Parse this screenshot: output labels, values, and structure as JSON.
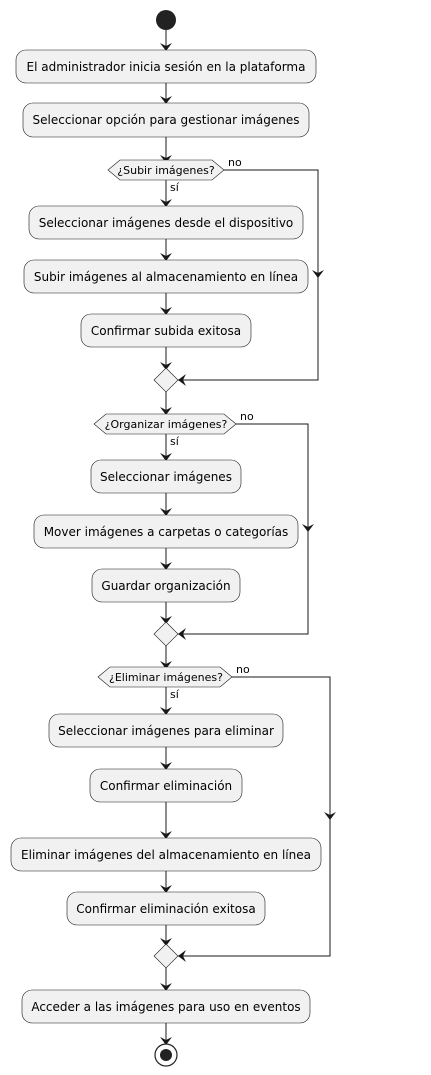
{
  "colors": {
    "node_fill": "#f1f1f1",
    "stroke": "#181818",
    "text": "#000000"
  },
  "activities": [
    "El administrador inicia sesión en la plataforma",
    "Seleccionar opción para gestionar imágenes",
    "Seleccionar imágenes desde el dispositivo",
    "Subir imágenes al almacenamiento en línea",
    "Confirmar subida exitosa",
    "Seleccionar imágenes",
    "Mover imágenes a carpetas o categorías",
    "Guardar organización",
    "Seleccionar imágenes para eliminar",
    "Confirmar eliminación",
    "Eliminar imágenes del almacenamiento en línea",
    "Confirmar eliminación exitosa",
    "Acceder a las imágenes para uso en eventos"
  ],
  "decisions": [
    {
      "question": "¿Subir imágenes?",
      "yes": "sí",
      "no": "no"
    },
    {
      "question": "¿Organizar imágenes?",
      "yes": "sí",
      "no": "no"
    },
    {
      "question": "¿Eliminar imágenes?",
      "yes": "sí",
      "no": "no"
    }
  ]
}
